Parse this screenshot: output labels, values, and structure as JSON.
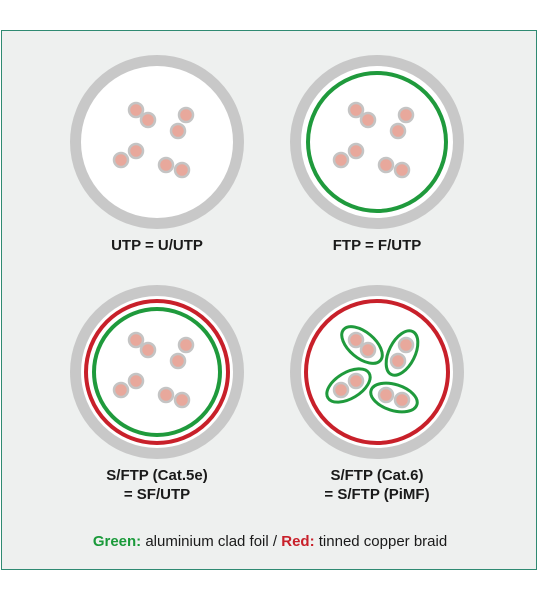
{
  "colors": {
    "sheath": "#c8c8c8",
    "core": "#ffffff",
    "wire_fill": "#e8a89c",
    "wire_stroke": "#c4c4c4",
    "foil": "#1f9a3c",
    "braid": "#c8202a"
  },
  "cables": [
    {
      "label_lines": [
        "UTP = U/UTP"
      ],
      "foil_overall": false,
      "braid": false,
      "pair_foils": false
    },
    {
      "label_lines": [
        "FTP = F/UTP"
      ],
      "foil_overall": true,
      "braid": false,
      "pair_foils": false
    },
    {
      "label_lines": [
        "S/FTP (Cat.5e)",
        "= SF/UTP"
      ],
      "foil_overall": true,
      "braid": true,
      "pair_foils": false
    },
    {
      "label_lines": [
        "S/FTP (Cat.6)",
        "= S/FTP (PiMF)"
      ],
      "foil_overall": false,
      "braid": true,
      "pair_foils": true
    }
  ],
  "legend": {
    "foil_key": "Green:",
    "foil_text": " aluminium clad foil",
    "separator": "  /  ",
    "braid_key": "Red:",
    "braid_text": " tinned copper braid"
  }
}
